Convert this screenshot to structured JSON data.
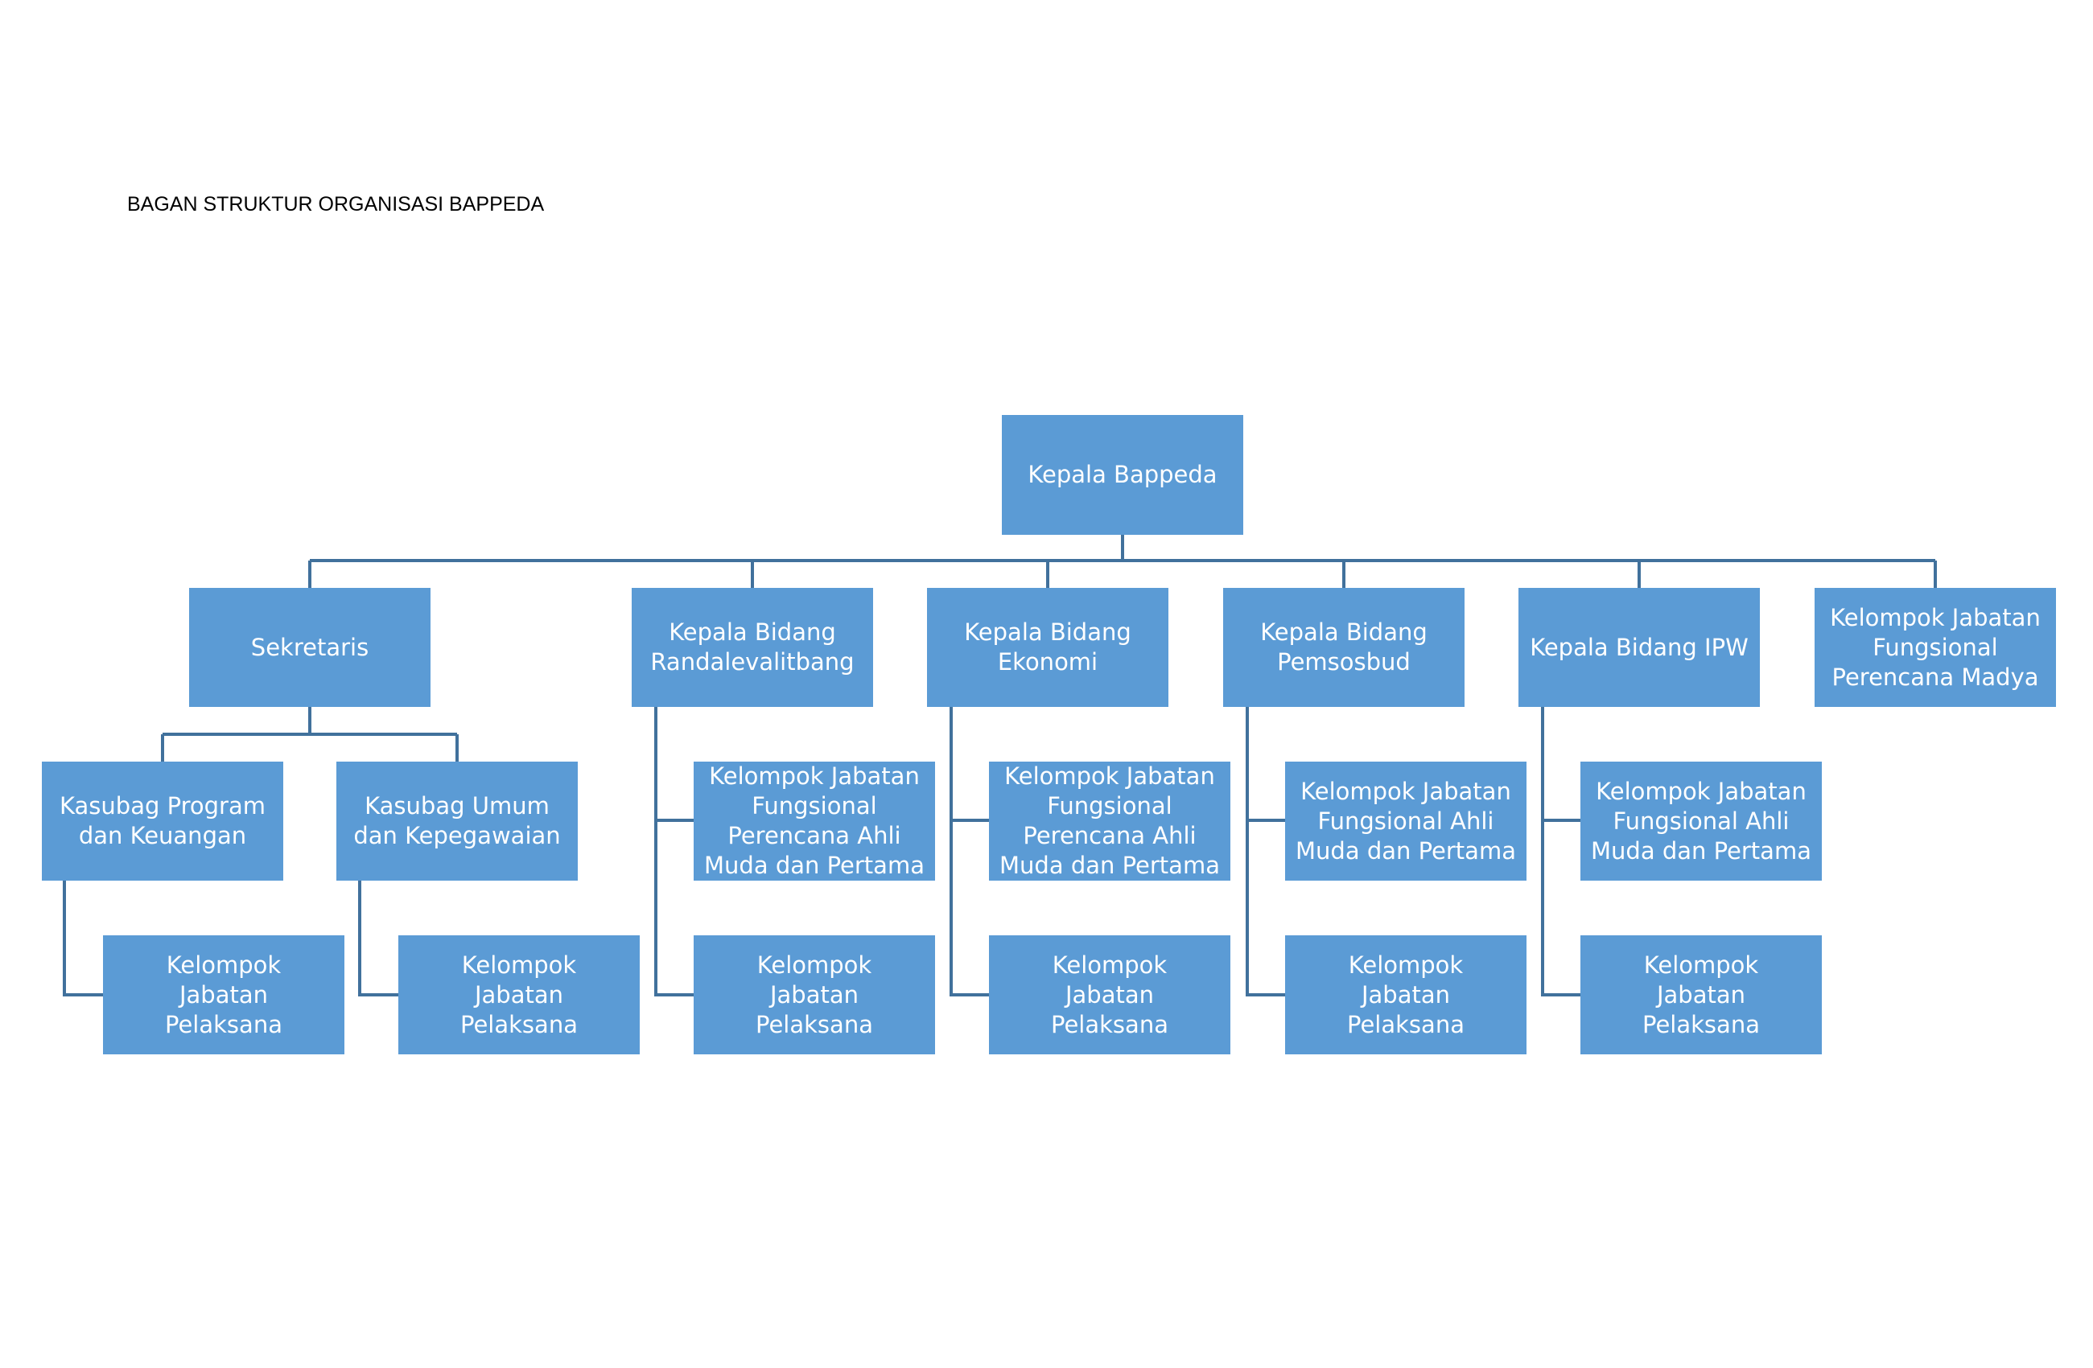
{
  "title": "BAGAN STRUKTUR ORGANISASI BAPPEDA",
  "colors": {
    "box_fill": "#5b9bd5",
    "line": "#41719c",
    "text": "#ffffff"
  },
  "nodes": {
    "kepala_bappeda": "Kepala Bappeda",
    "sekretaris": "Sekretaris",
    "randalevalitbang": "Kepala Bidang Randalevalitbang",
    "ekonomi": "Kepala Bidang Ekonomi",
    "pemsosbud": "Kepala Bidang Pemsosbud",
    "ipw": "Kepala Bidang IPW",
    "fungsional_madya": "Kelompok Jabatan Fungsional Perencana Madya",
    "kasubag_program": "Kasubag Program dan Keuangan",
    "kasubag_umum": "Kasubag Umum dan Kepegawaian",
    "pelaksana_program": "Kelompok Jabatan Pelaksana",
    "pelaksana_umum": "Kelompok Jabatan Pelaksana",
    "randal_fungsional": "Kelompok Jabatan Fungsional Perencana Ahli Muda dan Pertama",
    "randal_pelaksana": "Kelompok Jabatan Pelaksana",
    "ekonomi_fungsional": "Kelompok Jabatan Fungsional Perencana Ahli Muda dan Pertama",
    "ekonomi_pelaksana": "Kelompok Jabatan Pelaksana",
    "pemsosbud_fungsional": "Kelompok Jabatan Fungsional Ahli Muda dan Pertama",
    "pemsosbud_pelaksana": "Kelompok Jabatan Pelaksana",
    "ipw_fungsional": "Kelompok Jabatan Fungsional Ahli Muda dan Pertama",
    "ipw_pelaksana": "Kelompok Jabatan Pelaksana"
  }
}
